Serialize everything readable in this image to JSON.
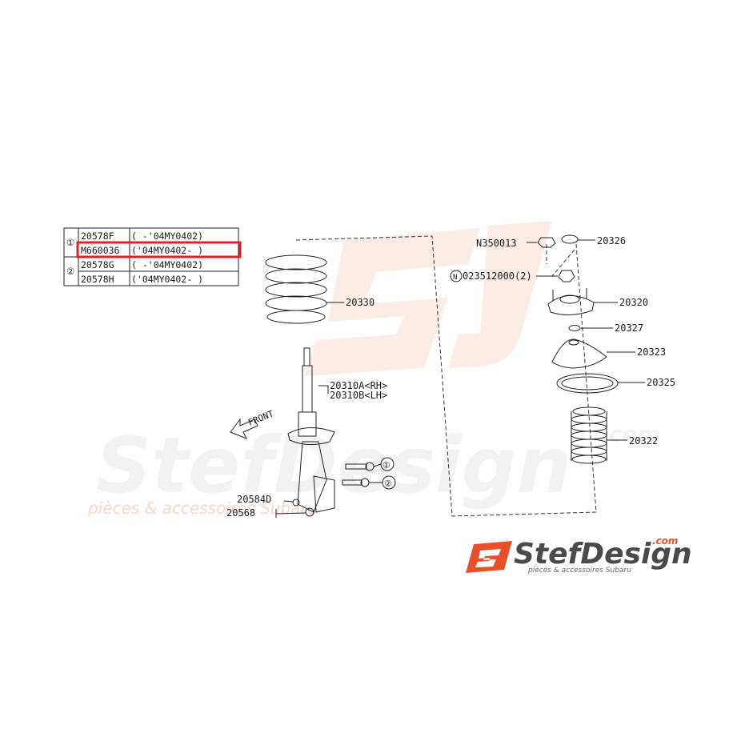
{
  "watermark": {
    "brand": "StefDesign",
    "tagline": "pièces & accessoires Subaru",
    "domain": ".com"
  },
  "logo": {
    "brand": "StefDesign",
    "domain": ".com",
    "tagline": "pièces & accessoires Subaru"
  },
  "table": {
    "rows": [
      {
        "ref": "①",
        "part": "20578F",
        "range": "(       -'04MY0402)"
      },
      {
        "ref": "",
        "part": "M660036",
        "range": "('04MY0402-       )"
      },
      {
        "ref": "②",
        "part": "20578G",
        "range": "(       -'04MY0402)"
      },
      {
        "ref": "",
        "part": "20578H",
        "range": "('04MY0402-       )"
      }
    ],
    "highlight_color": "#e0202a"
  },
  "labels": {
    "front": "FRONT",
    "spring": "20330",
    "strut_rh": "20310A<RH>",
    "strut_lh": "20310B<LH>",
    "callout1": "①",
    "callout2": "②",
    "nut_20584d": "20584D",
    "nut_20568": "20568",
    "n350013": "N350013",
    "cap": "20326",
    "n023512000": "023512000(2)",
    "n_circle": "N",
    "mount": "20320",
    "washer": "20327",
    "seat": "20323",
    "pad": "20325",
    "boot": "20322"
  }
}
